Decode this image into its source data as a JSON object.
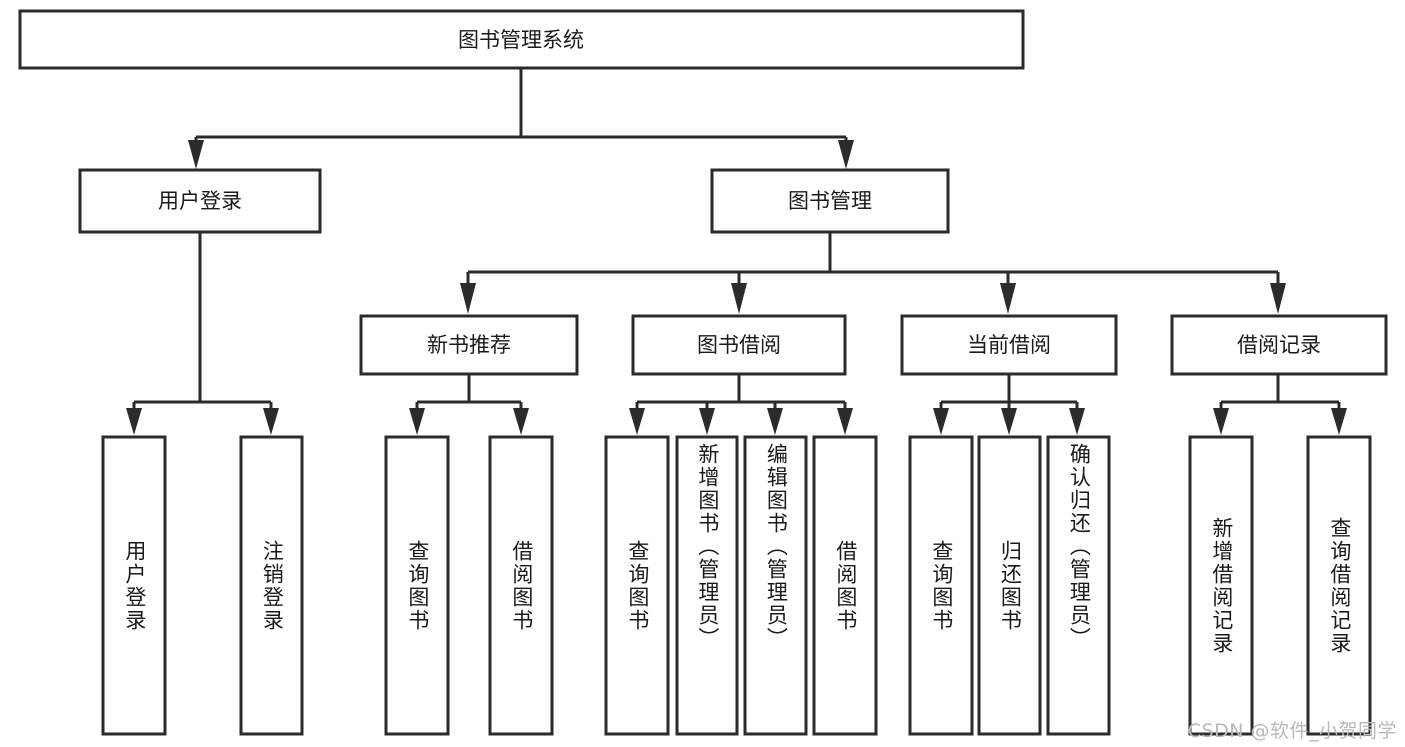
{
  "diagram": {
    "title": "图书管理系统",
    "type": "hierarchy-tree",
    "watermark": "CSDN @软件_小贺同学",
    "colors": {
      "stroke": "#2b2b2b",
      "fill": "#ffffff",
      "text": "#1a1a1a",
      "watermark": "#b9b9b9"
    },
    "root": {
      "label": "图书管理系统"
    },
    "level2": [
      {
        "label": "用户登录"
      },
      {
        "label": "图书管理"
      }
    ],
    "level3": [
      {
        "label": "新书推荐"
      },
      {
        "label": "图书借阅"
      },
      {
        "label": "当前借阅"
      },
      {
        "label": "借阅记录"
      }
    ],
    "leaves": {
      "user_login": [
        {
          "label": "用户登录"
        },
        {
          "label": "注销登录"
        }
      ],
      "new_book_recommend": [
        {
          "label": "查询图书"
        },
        {
          "label": "借阅图书"
        }
      ],
      "book_borrow": [
        {
          "label": "查询图书"
        },
        {
          "label": "新增图书（管理员）"
        },
        {
          "label": "编辑图书（管理员）"
        },
        {
          "label": "借阅图书"
        }
      ],
      "current_borrow": [
        {
          "label": "查询图书"
        },
        {
          "label": "归还图书"
        },
        {
          "label": "确认归还（管理员）"
        }
      ],
      "borrow_record": [
        {
          "label": "新增借阅记录"
        },
        {
          "label": "查询借阅记录"
        }
      ]
    }
  }
}
